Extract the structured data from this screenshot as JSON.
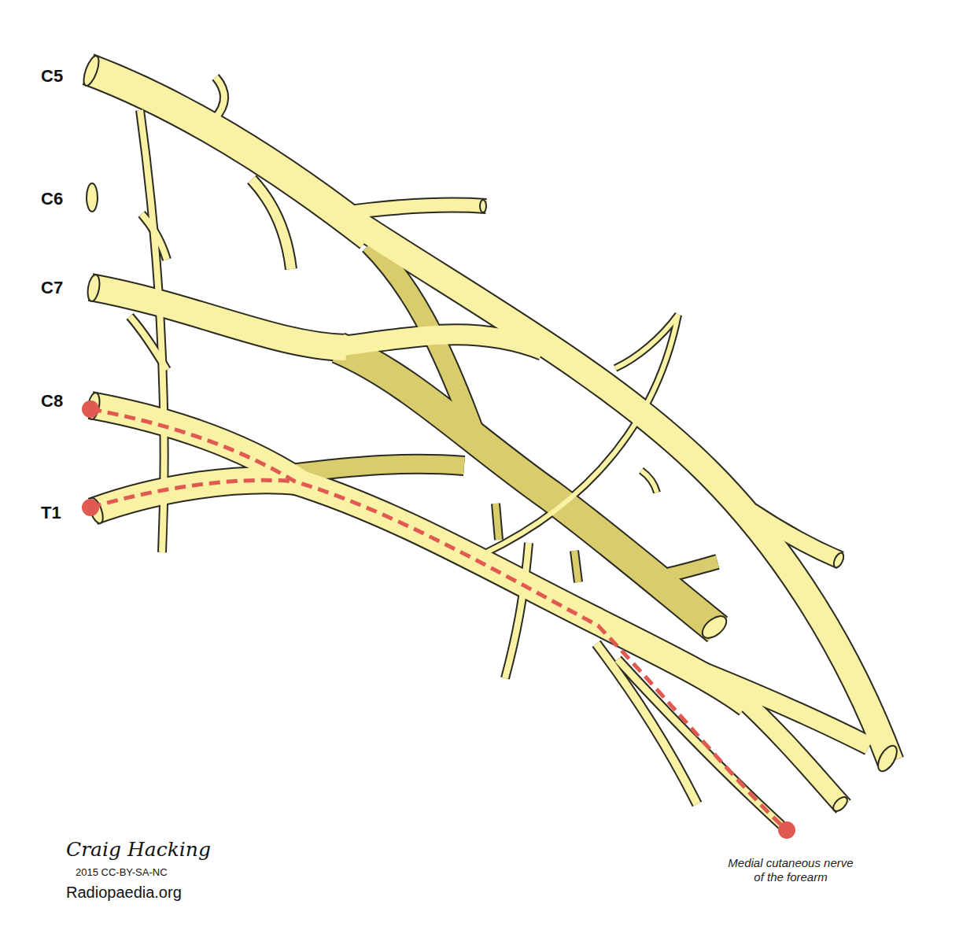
{
  "diagram": {
    "labels": [
      "C5",
      "C6",
      "C7",
      "C8",
      "T1",
      "Medial cutaneous nerve of the forearm",
      "Craig Hacking",
      "2015 CC-BY-SA-NC",
      "Radiopaedia.org"
    ]
  }
}
